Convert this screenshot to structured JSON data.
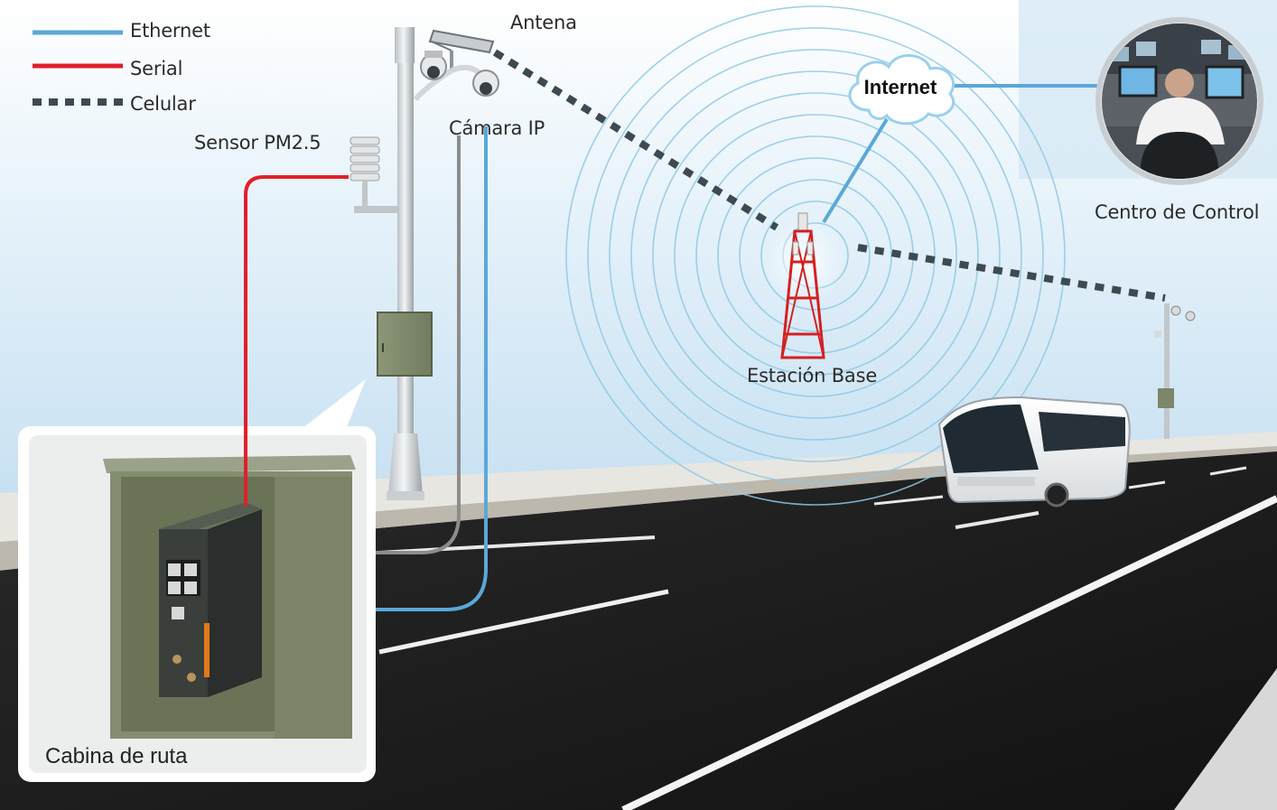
{
  "legend": {
    "ethernet": "Ethernet",
    "serial": "Serial",
    "cellular": "Celular"
  },
  "labels": {
    "antenna": "Antena",
    "camera": "Cámara IP",
    "sensor": "Sensor PM2.5",
    "base_station": "Estación Base",
    "internet": "Internet",
    "control_center": "Centro de Control",
    "cabinet": "Cabina de ruta"
  },
  "colors": {
    "ethernet": "#5aa8d8",
    "serial": "#e0202a",
    "cellular": "#3e4a52",
    "cabinet_link": "#8c8c8c",
    "tower_red": "#d42020",
    "sky_top": "#c8e2f2",
    "road": "#1c1c1c"
  }
}
